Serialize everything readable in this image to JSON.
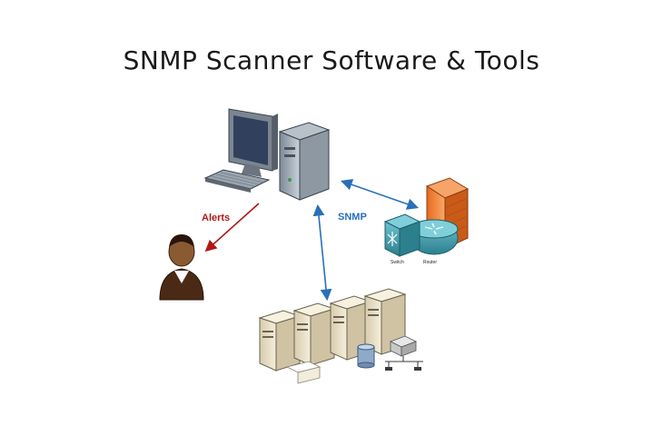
{
  "title": "SNMP Scanner Software & Tools",
  "labels": {
    "alerts": "Alerts",
    "snmp": "SNMP",
    "switch": "Switch",
    "router": "Router"
  },
  "colors": {
    "alerts_arrow": "#b01818",
    "snmp_arrow": "#2a6fb8",
    "firewall": "#f07a2a",
    "switch_router": "#3a9aa8",
    "server_beige": "#ede3c8"
  },
  "icons": [
    "workstation-icon",
    "user-icon",
    "firewall-icon",
    "switch-icon",
    "router-icon",
    "server-rack-icon",
    "database-icon",
    "network-hub-icon"
  ]
}
